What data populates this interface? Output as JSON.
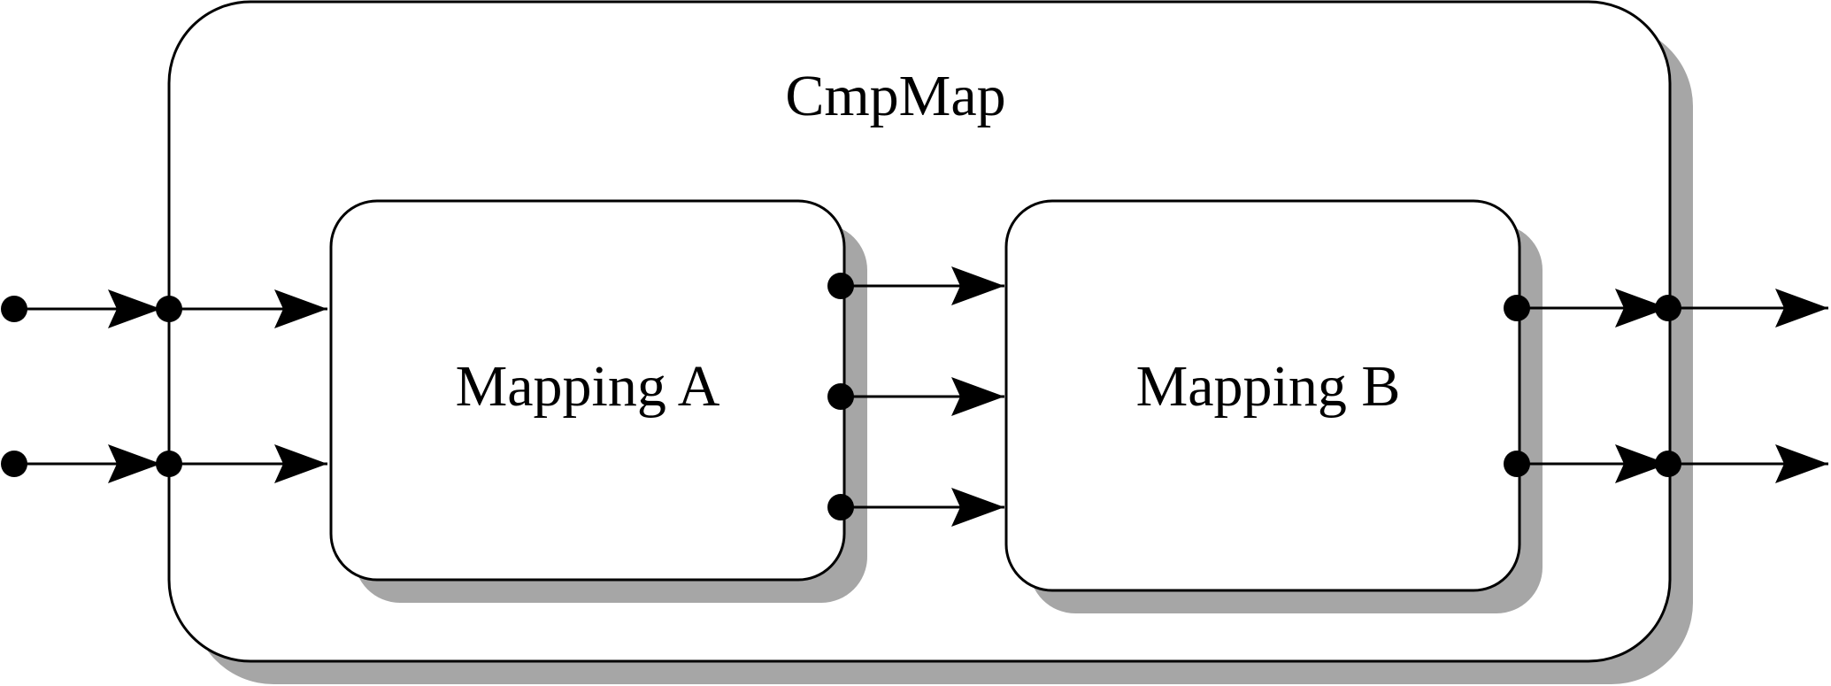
{
  "diagram": {
    "outer_label": "CmpMap",
    "mapping_a_label": "Mapping A",
    "mapping_b_label": "Mapping B"
  },
  "colors": {
    "stroke": "#000000",
    "shadow": "#a6a6a6",
    "fill": "#ffffff"
  }
}
